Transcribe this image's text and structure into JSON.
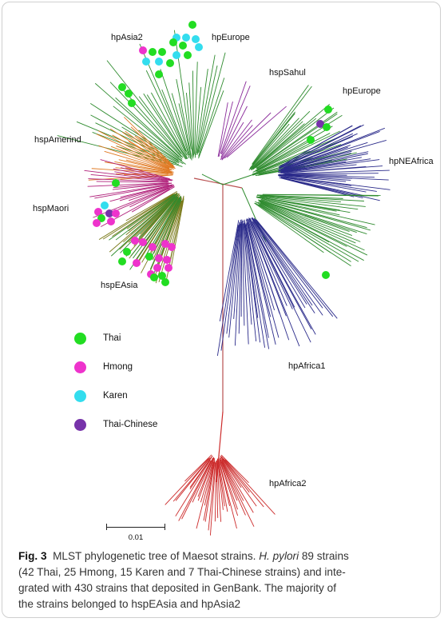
{
  "figure": {
    "clades": {
      "hpAsia2": "hpAsia2",
      "hpEurope_top": "hpEurope",
      "hspSahul": "hspSahul",
      "hpEurope_right": "hpEurope",
      "hpNEAfrica": "hpNEAfrica",
      "hspAmerind": "hspAmerind",
      "hspMaori": "hspMaori",
      "hspEAsia": "hspEAsia",
      "hpAfrica1": "hpAfrica1",
      "hpAfrica2": "hpAfrica2"
    },
    "legend": [
      {
        "label": "Thai",
        "color": "#22dd22"
      },
      {
        "label": "Hmong",
        "color": "#ee33cc"
      },
      {
        "label": "Karen",
        "color": "#33ddee"
      },
      {
        "label": "Thai-Chinese",
        "color": "#7733aa"
      }
    ],
    "scale_bar": "0.01",
    "branch_colors": {
      "green": "#2e8b2e",
      "blue": "#2a2a8a",
      "red": "#cc2a2a",
      "orange": "#e07820",
      "purple": "#8a2a9a",
      "olive": "#7a7a1a",
      "magenta": "#b0207a",
      "trunk": "#b85050"
    }
  },
  "caption": {
    "fig_label": "Fig. 3",
    "line1_pre": "MLST phylogenetic tree of Maesot strains.",
    "species": "H. pylori",
    "line1_post": "89 strains",
    "line2": "(42 Thai, 25 Hmong, 15 Karen and 7 Thai-Chinese strains) and inte-",
    "line3": "grated with 430 strains that deposited in GenBank. The majority of",
    "line4": "the strains belonged to hspEAsia and hpAsia2"
  }
}
